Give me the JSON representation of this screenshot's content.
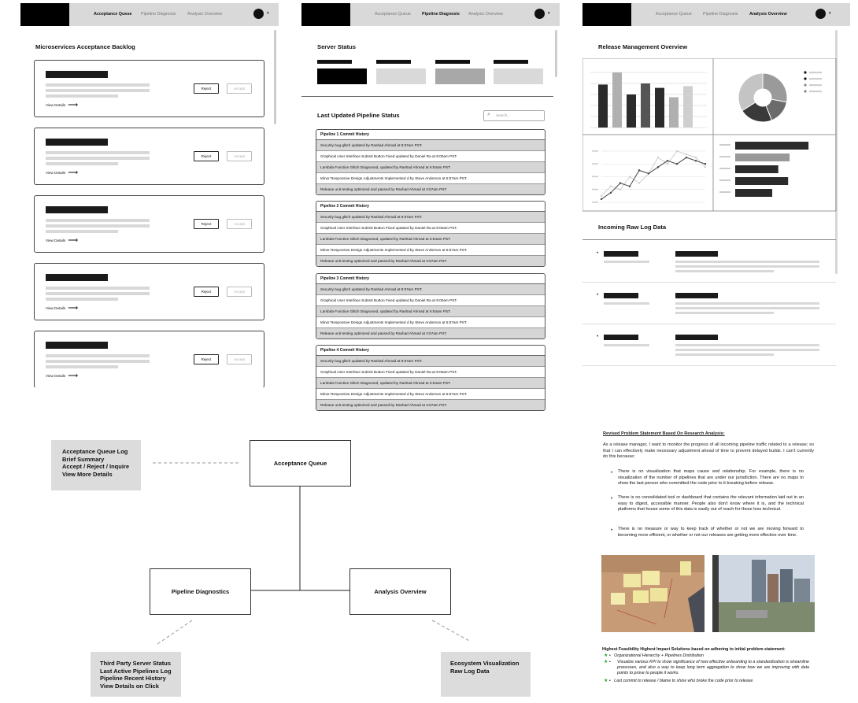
{
  "nav": {
    "acceptance_queue": "Acceptance Queue",
    "pipeline_diagnosis": "Pipeline Diagnosis",
    "analysis_overview": "Analysis Overview"
  },
  "screen1": {
    "title": "Microservices Acceptance Backlog",
    "cards": [
      {
        "reject": "Reject",
        "accept": "Accept",
        "view_details": "View Details"
      },
      {
        "reject": "Reject",
        "accept": "Accept",
        "view_details": "View Details"
      },
      {
        "reject": "Reject",
        "accept": "Accept",
        "view_details": "View Details"
      },
      {
        "reject": "Reject",
        "accept": "Accept",
        "view_details": "View Details"
      },
      {
        "reject": "Reject",
        "accept": "Accept",
        "view_details": "View Details"
      }
    ]
  },
  "screen2": {
    "server_status_title": "Server Status",
    "pipeline_status_title": "Last Updated Pipeline Status",
    "search_placeholder": "Search...",
    "pipelines": [
      {
        "title": "Pipeline 1 Commit History",
        "rows": [
          "Security bug glitch updated by Rashad Ahmad at 9:57am PST.",
          "Graphical User Interface Submit Button Fixed updated by Daniel Ra at 9:00am PST.",
          "Lambda Function Glitch Diagnosed, updated by Rashad Ahmad at 6:54am PST.",
          "Minor Responsive Design Adjustments Implemented d by Steve Anderson at 5:57am PST.",
          "Release unit testing optimized and passed by Rashad Ahmad at 3:57am PST."
        ]
      },
      {
        "title": "Pipeline 2 Commit History",
        "rows": [
          "Security bug glitch updated by Rashad Ahmad at 9:57am PST.",
          "Graphical User Interface Submit Button Fixed updated by Daniel Ra at 9:00am PST.",
          "Lambda Function Glitch Diagnosed, updated by Rashad Ahmad at 6:54am PST.",
          "Minor Responsive Design Adjustments Implemented d by Steve Anderson at 5:57am PST.",
          "Release unit testing optimized and passed by Rashad Ahmad at 3:57am PST."
        ]
      },
      {
        "title": "Pipeline 3 Commit History",
        "rows": [
          "Security bug glitch updated by Rashad Ahmad at 9:57am PST.",
          "Graphical User Interface Submit Button Fixed updated by Daniel Ra at 9:00am PST.",
          "Lambda Function Glitch Diagnosed, updated by Rashad Ahmad at 6:54am PST.",
          "Minor Responsive Design Adjustments Implemented d by Steve Anderson at 5:57am PST.",
          "Release unit testing optimized and passed by Rashad Ahmad at 3:57am PST."
        ]
      },
      {
        "title": "Pipeline 4 Commit History",
        "rows": [
          "Security bug glitch updated by Rashad Ahmad at 9:57am PST.",
          "Graphical User Interface Submit Button Fixed updated by Daniel Ra at 9:00am PST.",
          "Lambda Function Glitch Diagnosed, updated by Rashad Ahmad at 6:54am PST.",
          "Minor Responsive Design Adjustments Implemented d by Steve Anderson at 5:57am PST.",
          "Release unit testing optimized and passed by Rashad Ahmad at 3:57am PST."
        ]
      }
    ]
  },
  "screen3": {
    "title": "Release Management Overview",
    "raw_log_title": "Incoming Raw Log Data"
  },
  "diagram": {
    "acceptance_queue": "Acceptance Queue",
    "pipeline_diagnostics": "Pipeline Diagnostics",
    "analysis_overview": "Analysis Overview",
    "note_acceptance": [
      "Acceptance Queue Log",
      "Brief Summary",
      "Accept / Reject / Inquire",
      "View More Details"
    ],
    "note_pipeline": [
      "Third Party Server Status",
      "Last Active Pipelines Log",
      "Pipeline Recent History",
      "View Details on Click"
    ],
    "note_analysis": [
      "Ecosystem Visualization",
      "Raw Log Data"
    ]
  },
  "document": {
    "heading": "Revised Problem Statement Based On Research Analysis:",
    "intro": "As a release manager, I want to monitor the progress of all incoming pipeline traffic related to a release; so that I can effectively make necessary adjustment ahead of time to prevent delayed builds. I can’t currently do this because:",
    "bullets": [
      "There is no visualization that maps cause and relationship. For example, there is no visualization of the number of pipelines that are under our jurisdiction. There are no maps to show the last person who committed the code prior to it breaking before release.",
      "There is no consolidated tool or dashboard that contains the relevant information laid out in an easy to digest, accessible manner. People also don’t know where it is, and the technical platforms that house some of this data is easily out of reach for those less technical.",
      "There is no measure or way to keep track of whether or not we are moving forward to becoming more efficient, or whether or not our releases are getting more effective over time."
    ],
    "solutions_heading": "Highest Feasibility Highest Impact Solutions based on adhering to initial problem statement:",
    "solutions": [
      "Organizational Hierarchy + Pipelines Distribution",
      "Visualize various KPI to show significance of how effective onboarding to a standardization is streamline processes, and also a way to keep long term aggregation to show how we are improving with data points to prove to people it works.",
      "Last commit to release / blame to show who broke the code prior to release"
    ]
  },
  "charts": {
    "bar_values": [
      78,
      100,
      60,
      80,
      72,
      55,
      75
    ],
    "bar_shades": [
      "#2b2b2b",
      "#b0b0b0",
      "#2b2b2b",
      "#555555",
      "#2b2b2b",
      "#b0b0b0",
      "#cfcfcf"
    ],
    "donut_values": [
      28,
      16,
      22,
      34
    ],
    "donut_colors": [
      "#9a9a9a",
      "#6b6b6b",
      "#3a3a3a",
      "#c4c4c4"
    ],
    "hbar_values": [
      97,
      72,
      57,
      70,
      49
    ],
    "hbar_shades": [
      "#2b2b2b",
      "#999999",
      "#2b2b2b",
      "#2b2b2b",
      "#2b2b2b"
    ],
    "line_series": [
      {
        "values": [
          2,
          5,
          4,
          8,
          6,
          9,
          14,
          12,
          16,
          15,
          14,
          11
        ]
      },
      {
        "values": [
          1,
          3,
          6,
          5,
          10,
          9,
          11,
          13,
          12,
          14,
          13,
          12
        ]
      }
    ]
  }
}
